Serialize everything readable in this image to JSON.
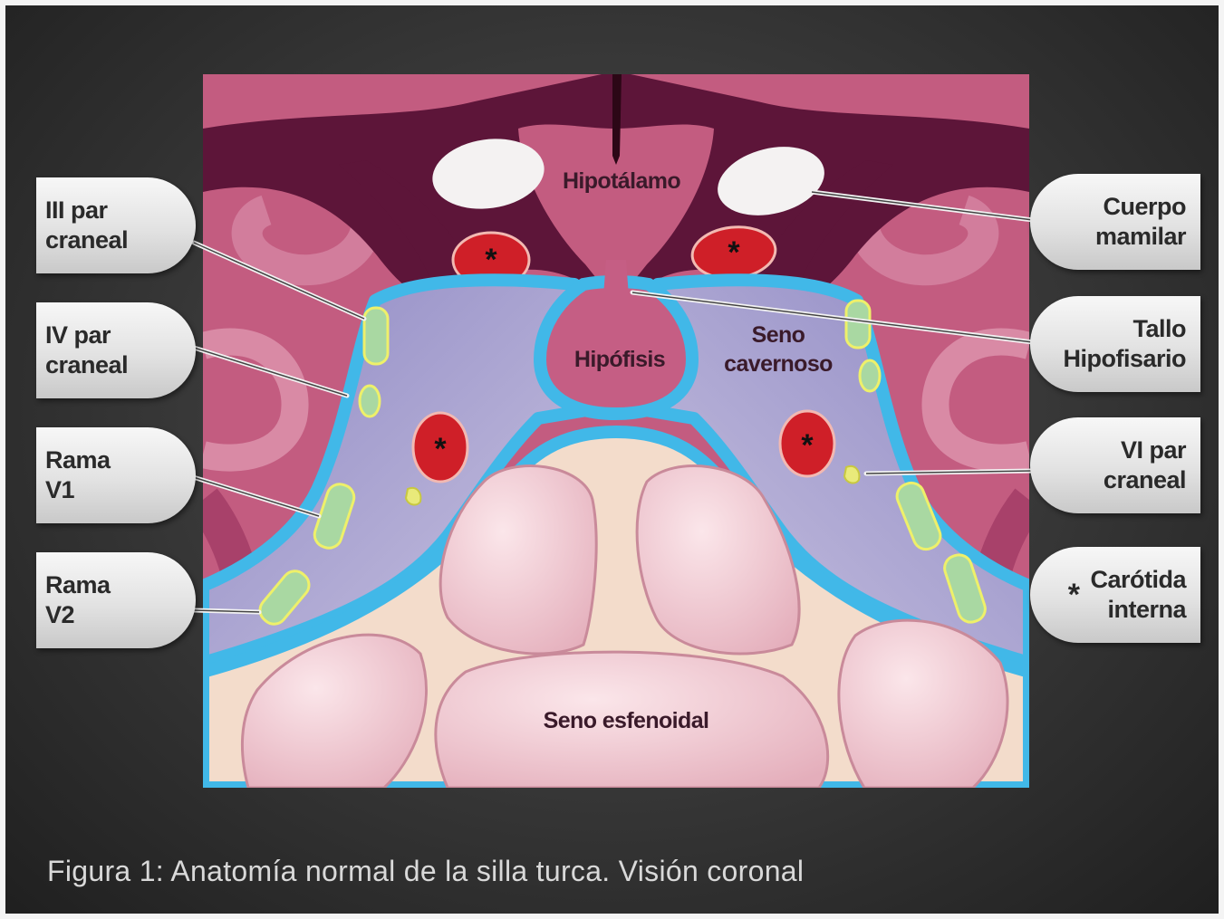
{
  "diagram": {
    "labels": {
      "hipotalamo": "Hipotálamo",
      "hipofisis": "Hipófisis",
      "seno_cavernoso": "Seno\ncavernoso",
      "seno_esfenoidal": "Seno esfenoidal"
    },
    "marker": "*"
  },
  "callouts": {
    "left": [
      {
        "text": "III par\ncraneal"
      },
      {
        "text": "IV par\ncraneal"
      },
      {
        "text": "Rama\nV1"
      },
      {
        "text": "Rama\nV2"
      }
    ],
    "right": [
      {
        "text": "Cuerpo\nmamilar"
      },
      {
        "text": "Tallo\nHipofisario"
      },
      {
        "text": "VI par\ncraneal"
      },
      {
        "text": "Carótida\ninterna",
        "marker": "*"
      }
    ]
  },
  "caption": "Figura 1: Anatomía normal de la silla turca. Visión coronal",
  "colors": {
    "background_pink": "#c05a7e",
    "dark_purple": "#5a1238",
    "sinus_blue": "#41b8e8",
    "cavernous_fill": "#a9a8d2",
    "artery_red": "#cf1f28",
    "nerve_green": "#a9d8a2",
    "bone_cream": "#f3dccb",
    "sphenoid_pink": "#edc1cb"
  }
}
